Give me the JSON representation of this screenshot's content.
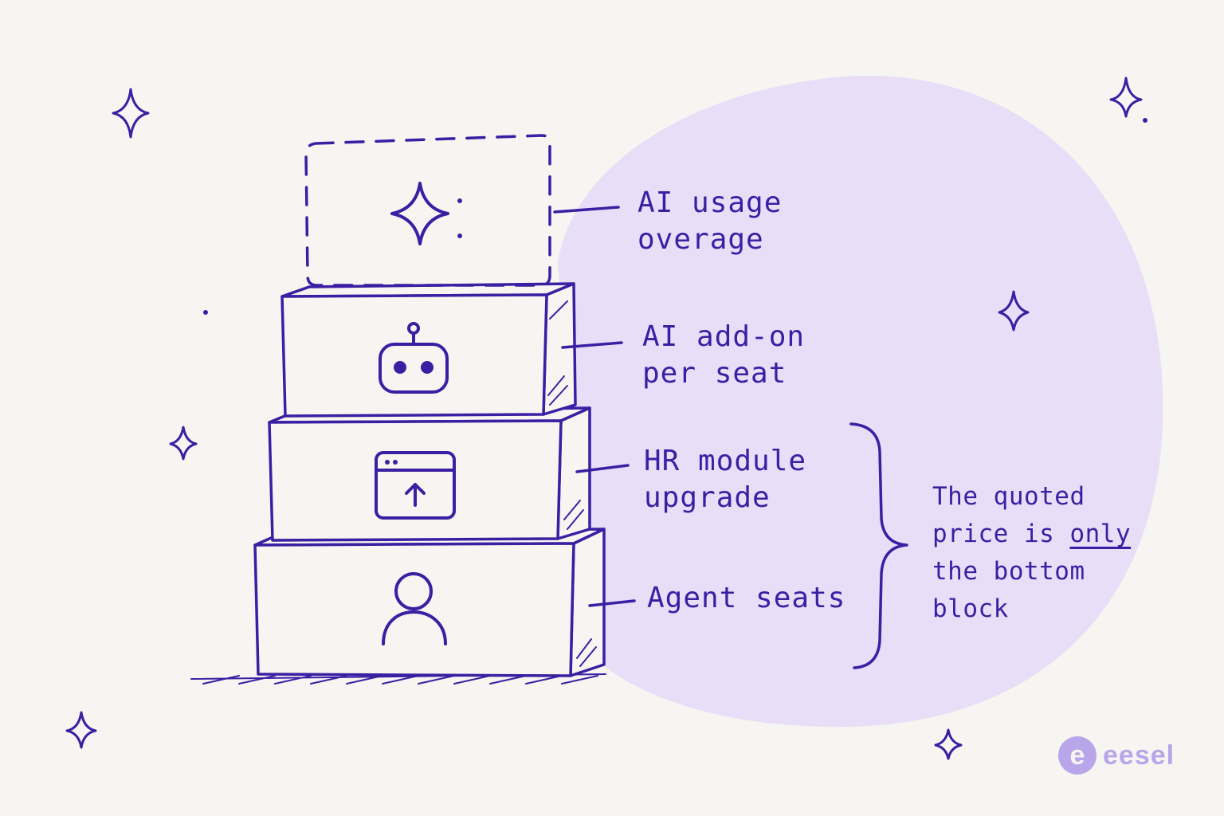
{
  "colors": {
    "ink": "#3b1fa3",
    "background": "#f7f5f1",
    "circle": "#e8def8",
    "block_fill": "#f7f5f1",
    "logo": "#b9a6ea"
  },
  "layers": [
    {
      "id": "ai-usage",
      "line1": "AI usage",
      "line2": "overage",
      "icon": "sparkle-icon",
      "style": "dashed"
    },
    {
      "id": "ai-addon",
      "line1": "AI add-on",
      "line2": "per seat",
      "icon": "robot-icon",
      "style": "solid"
    },
    {
      "id": "hr-module",
      "line1": "HR module",
      "line2": "upgrade",
      "icon": "upload-window-icon",
      "style": "solid"
    },
    {
      "id": "agent-seats",
      "line1": "Agent seats",
      "line2": "",
      "icon": "person-icon",
      "style": "solid"
    }
  ],
  "note": {
    "line1": "The quoted",
    "line2_pre": "price is ",
    "line2_emph": "only",
    "line3": "the bottom",
    "line4": "block"
  },
  "logo": {
    "mark": "e",
    "text": "eesel"
  }
}
